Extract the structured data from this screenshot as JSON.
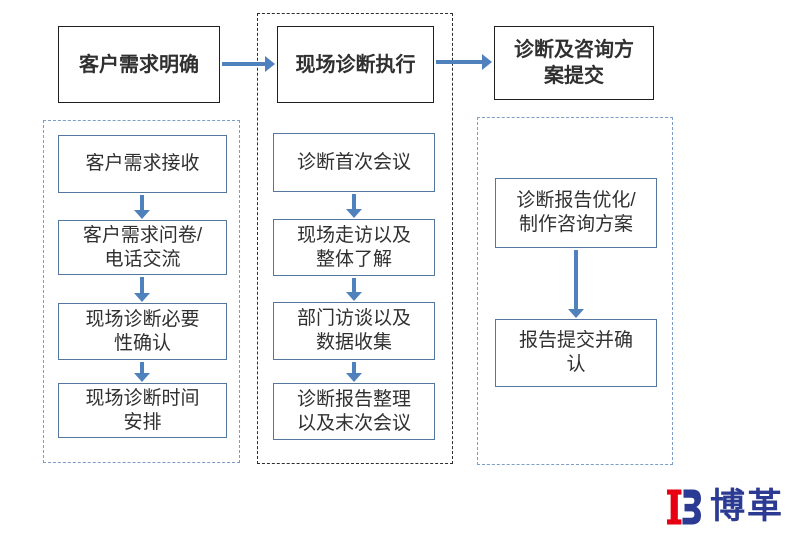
{
  "colors": {
    "top_box_border": "#1f1f1f",
    "step_box_border": "#55779e",
    "container_light": "#7d9ec6",
    "container_dark": "#2d2d2d",
    "arrow": "#4f81bd",
    "text": "#303030",
    "logo_red": "#e60012",
    "logo_blue": "#2b3a92",
    "background": "#ffffff"
  },
  "diagram": {
    "top_row": [
      {
        "label": "客户需求明确"
      },
      {
        "label": "现场诊断执行"
      },
      {
        "label": "诊断及咨询方\n案提交"
      }
    ],
    "columns": [
      {
        "steps": [
          "客户需求接收",
          "客户需求问卷/\n电话交流",
          "现场诊断必要\n性确认",
          "现场诊断时间\n安排"
        ]
      },
      {
        "steps": [
          "诊断首次会议",
          "现场走访以及\n整体了解",
          "部门访谈以及\n数据收集",
          "诊断报告整理\n以及末次会议"
        ]
      },
      {
        "steps": [
          "诊断报告优化/\n制作咨询方案",
          "报告提交并确\n认"
        ]
      }
    ]
  },
  "logo": {
    "text": "博革"
  }
}
